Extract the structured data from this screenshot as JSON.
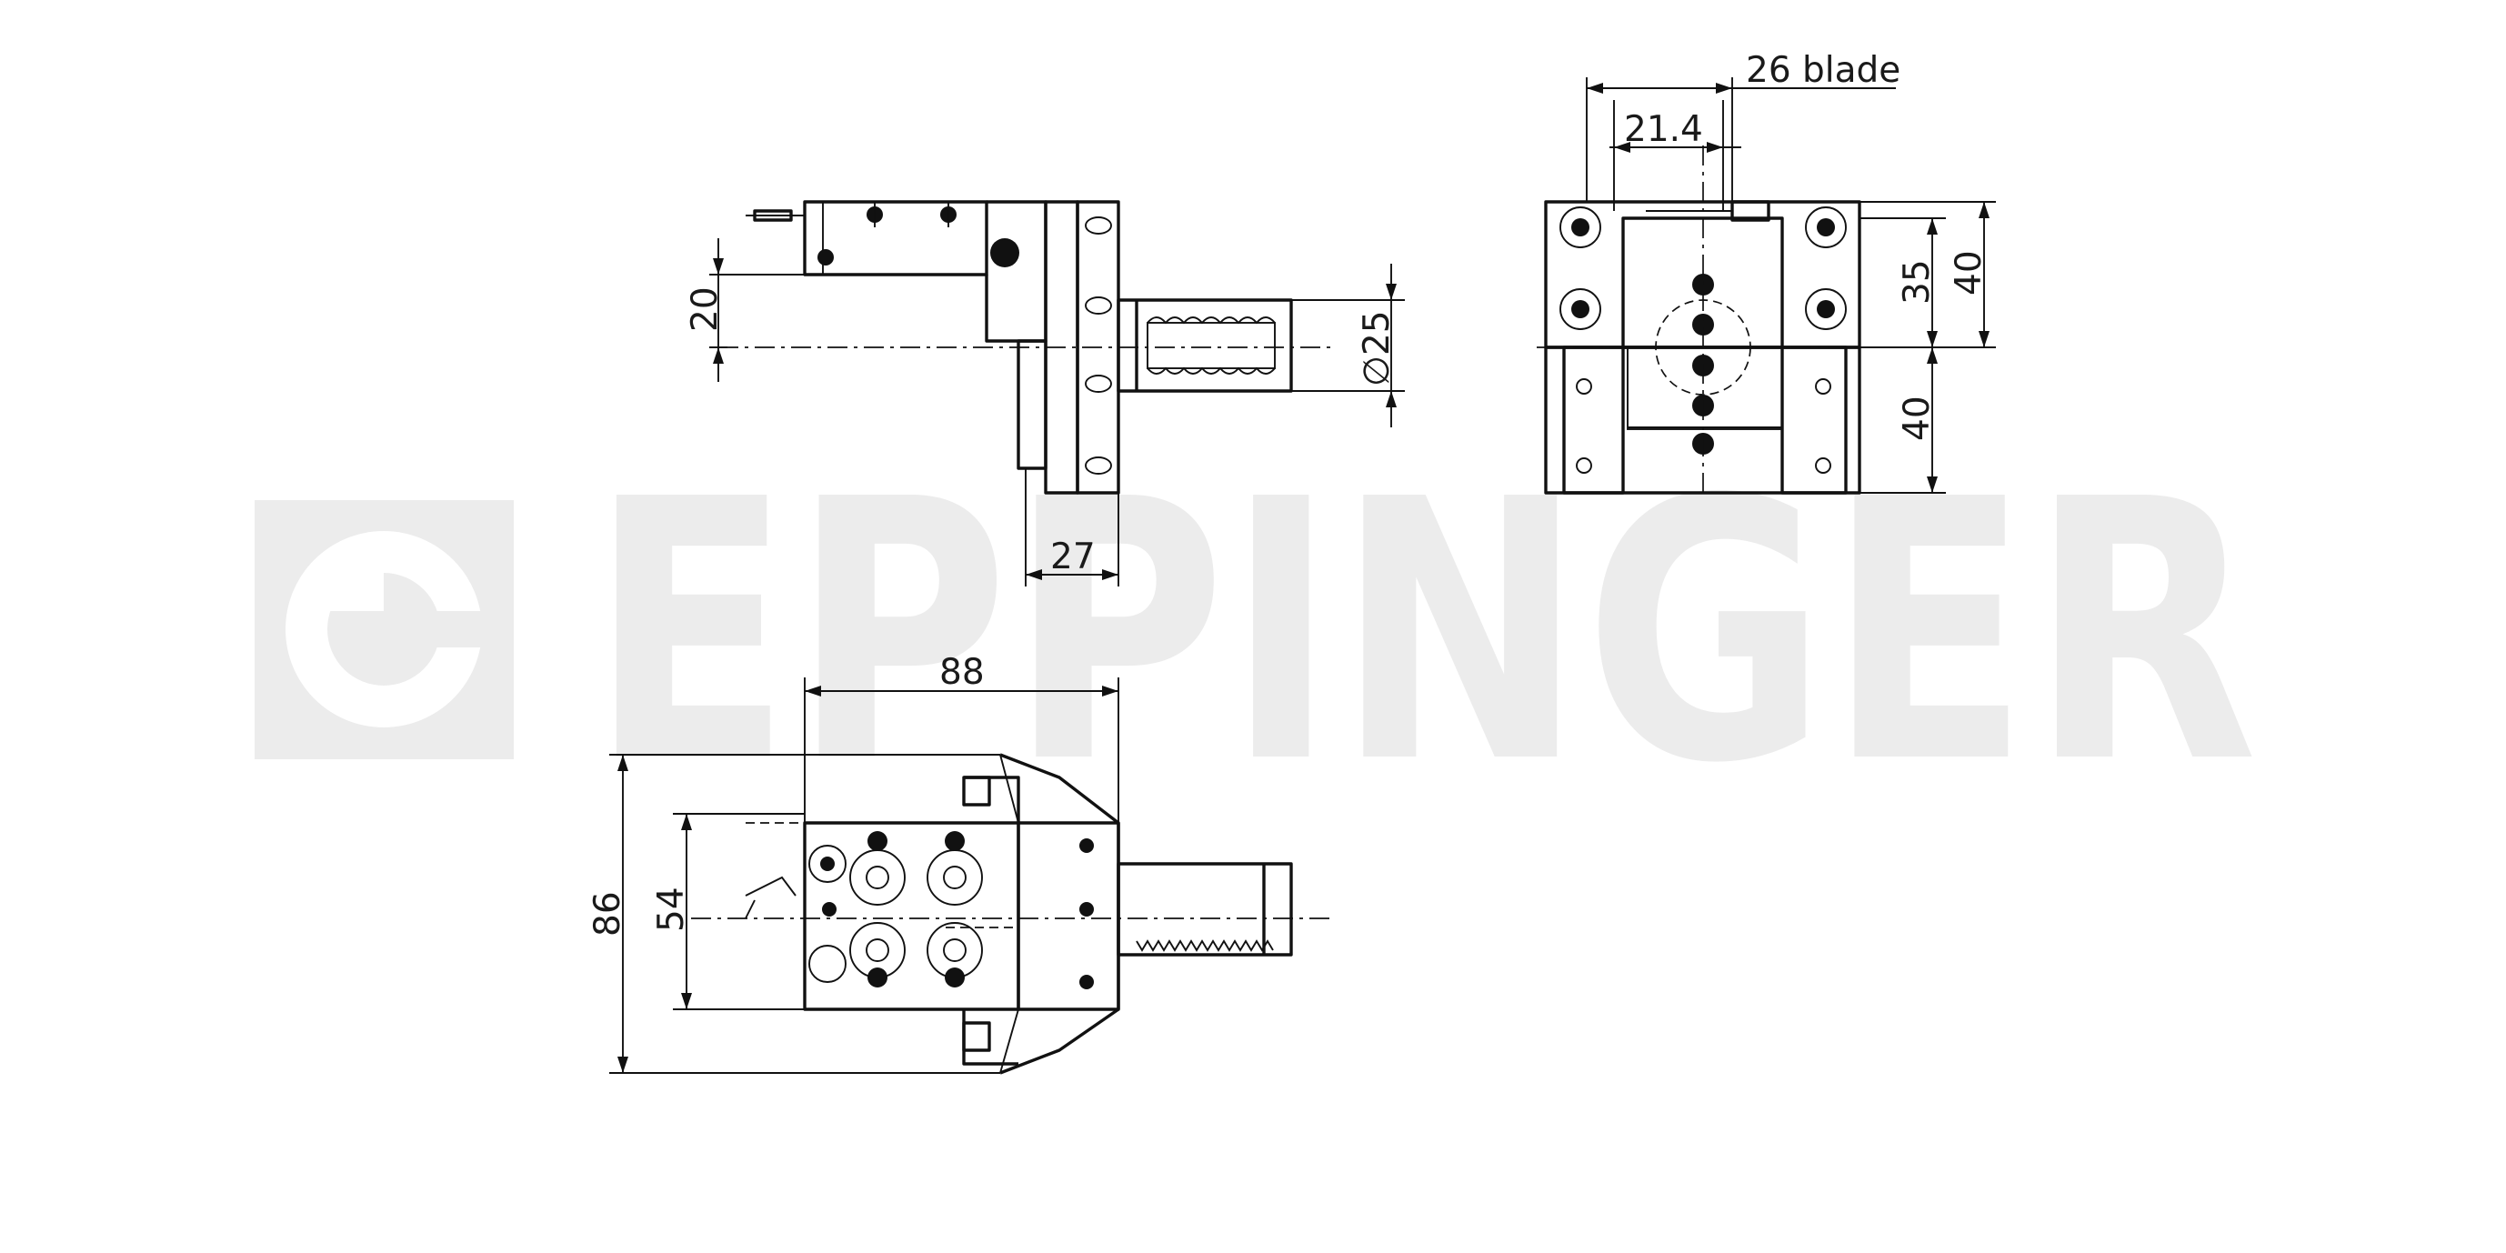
{
  "watermark": {
    "brand": "EPPINGER",
    "color": "#ececec"
  },
  "dimensions": {
    "side_height": "20",
    "shank_diameter": "∅25",
    "shank_length": "27",
    "blade_width": "26 blade",
    "blade_offset": "21.4",
    "front_height_35": "35",
    "front_height_40_upper": "40",
    "front_height_40_lower": "40",
    "top_length": "88",
    "top_height": "86",
    "top_inner": "54"
  }
}
